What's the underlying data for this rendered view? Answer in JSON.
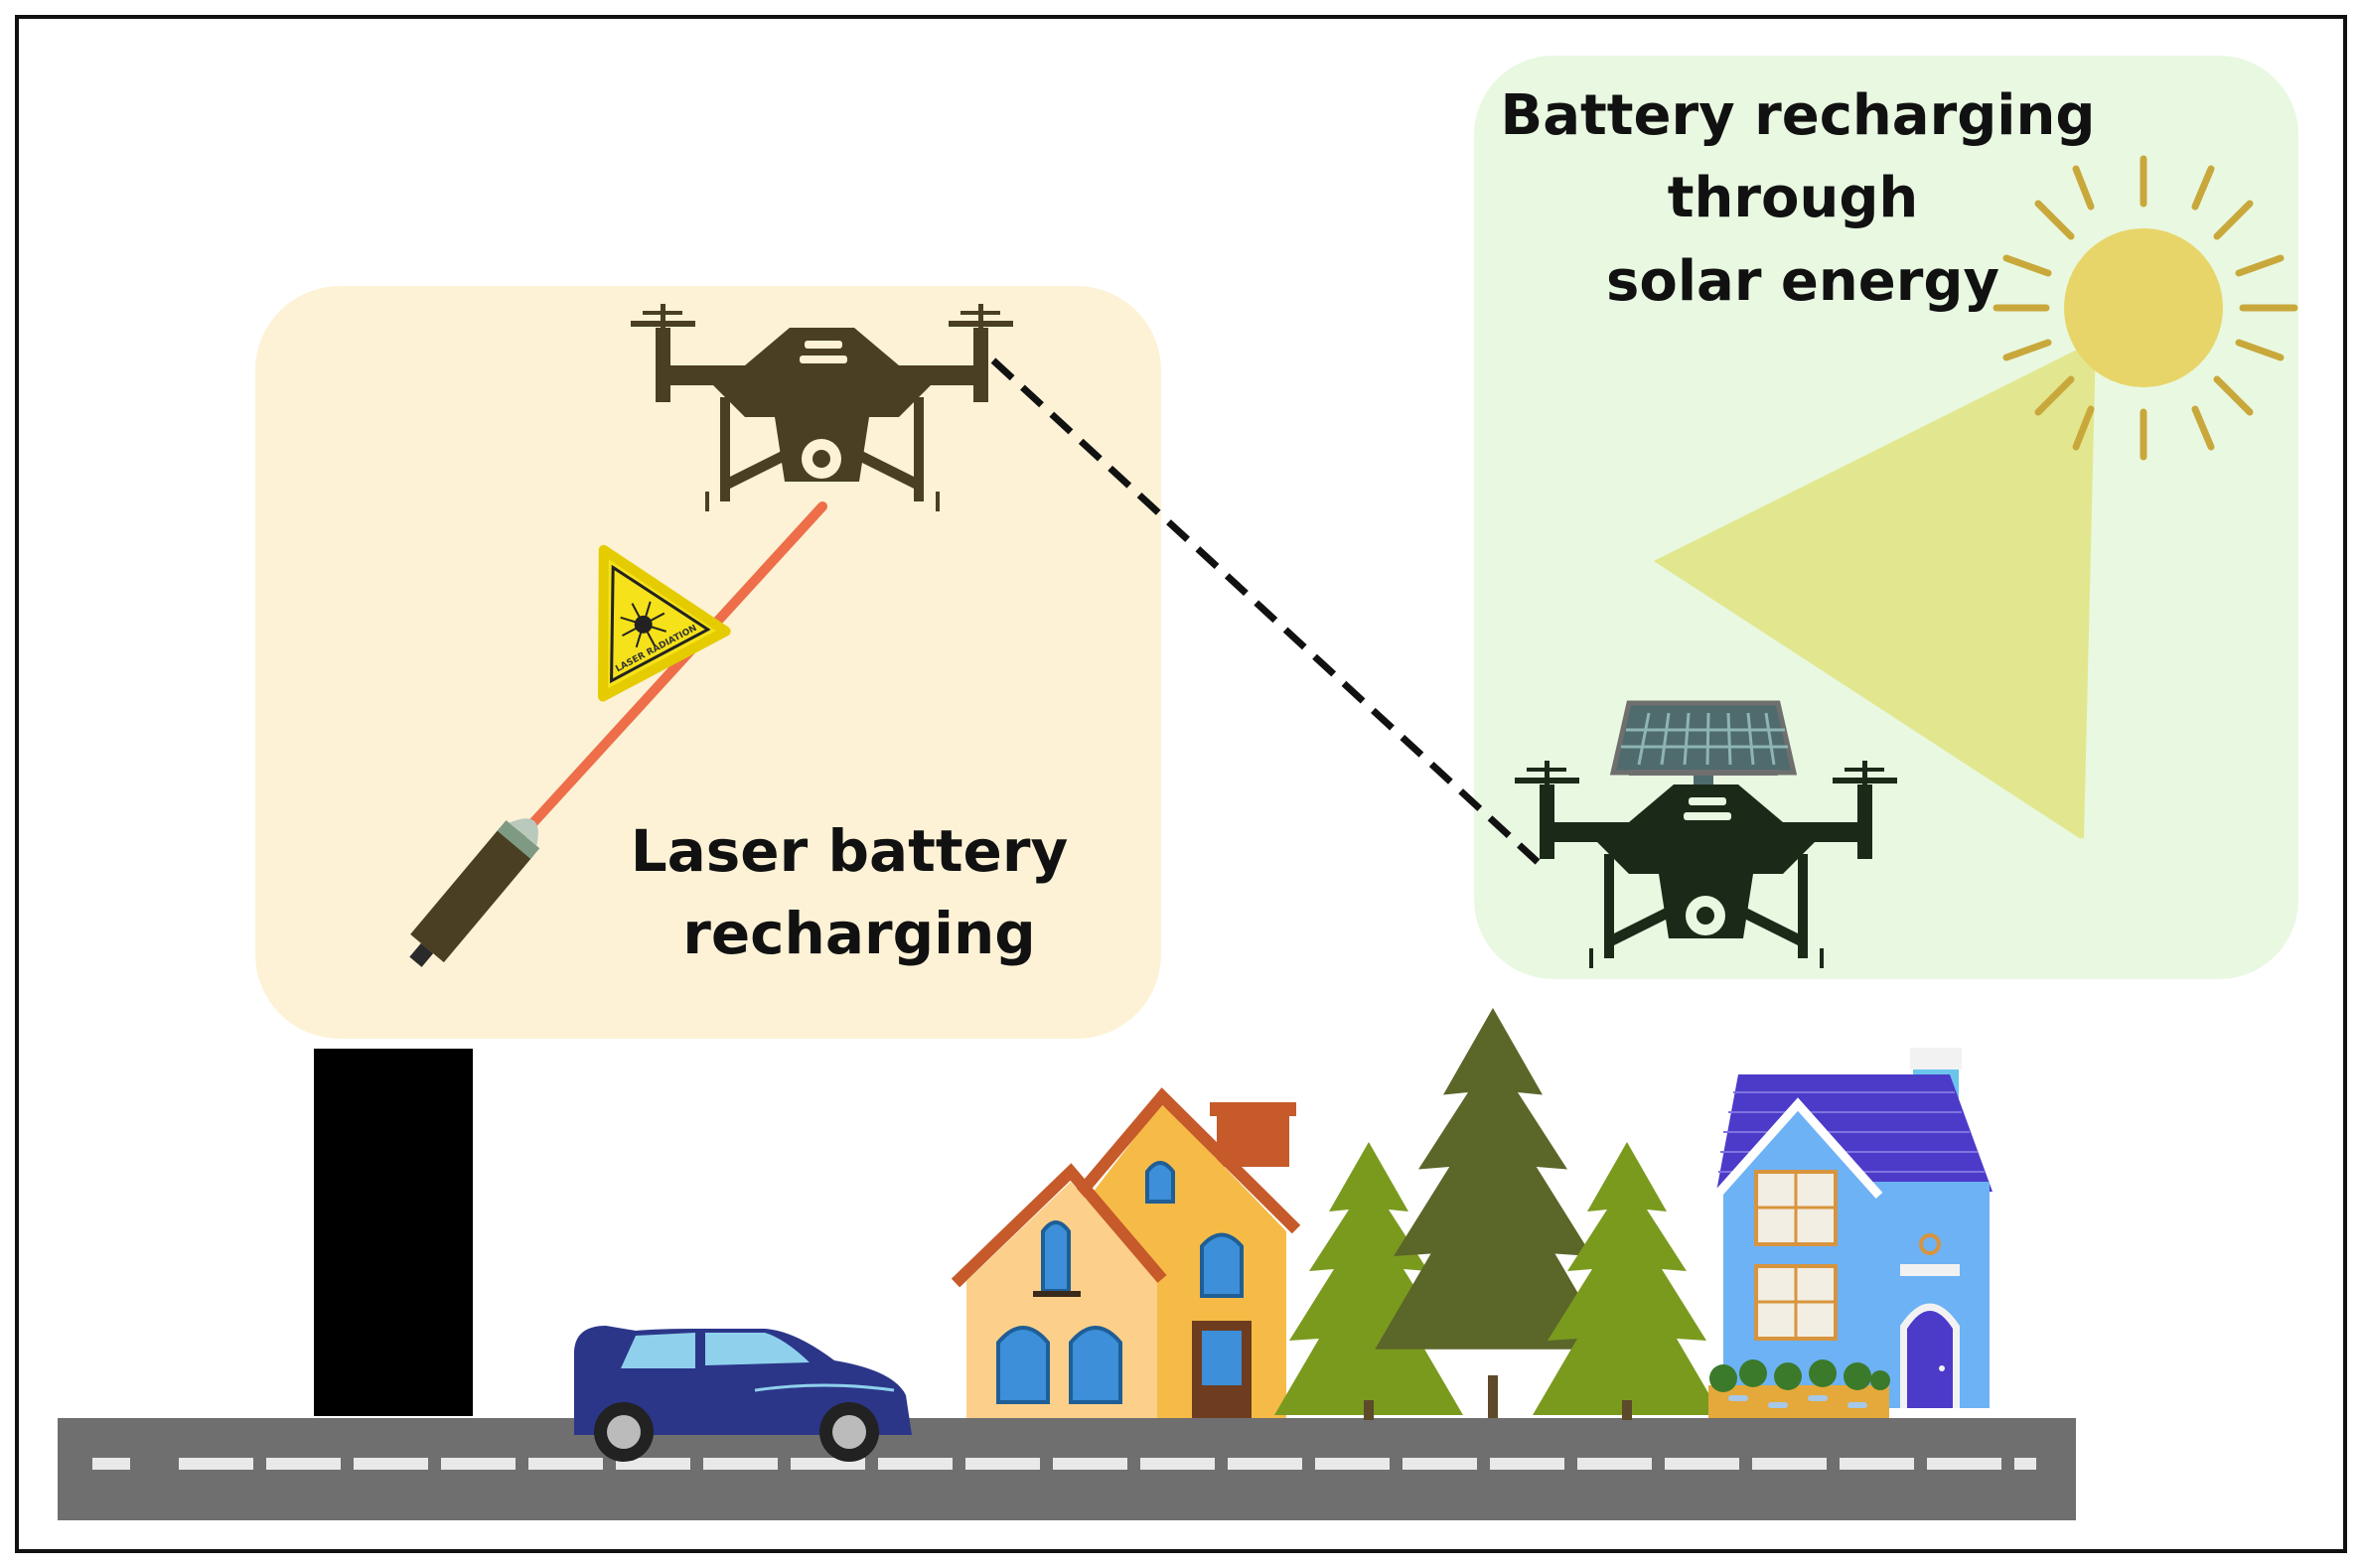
{
  "laser_panel": {
    "label_line1": "Laser battery",
    "label_line2": "recharging",
    "warning_sign_text": "LASER RADIATION"
  },
  "solar_panel": {
    "label_line1": "Battery recharging",
    "label_line2": "through",
    "label_line3": "solar energy"
  },
  "colors": {
    "laser_zone_bg": "#fdf2d6",
    "solar_zone_bg": "#e9f8e1",
    "laser_beam": "#ee6e4a",
    "sun": "#e8d56a",
    "sunlight_cone": "#e2e78f",
    "drone_laser": "#4a3f23",
    "drone_solar": "#1b2a18",
    "road": "#6f6f6f",
    "warning": "#f6e21a"
  },
  "icons": [
    "drone-icon",
    "solar-drone-icon",
    "sun-icon",
    "laser-warning-icon",
    "laser-emitter-icon",
    "car-icon",
    "house-icon",
    "tree-icon"
  ]
}
